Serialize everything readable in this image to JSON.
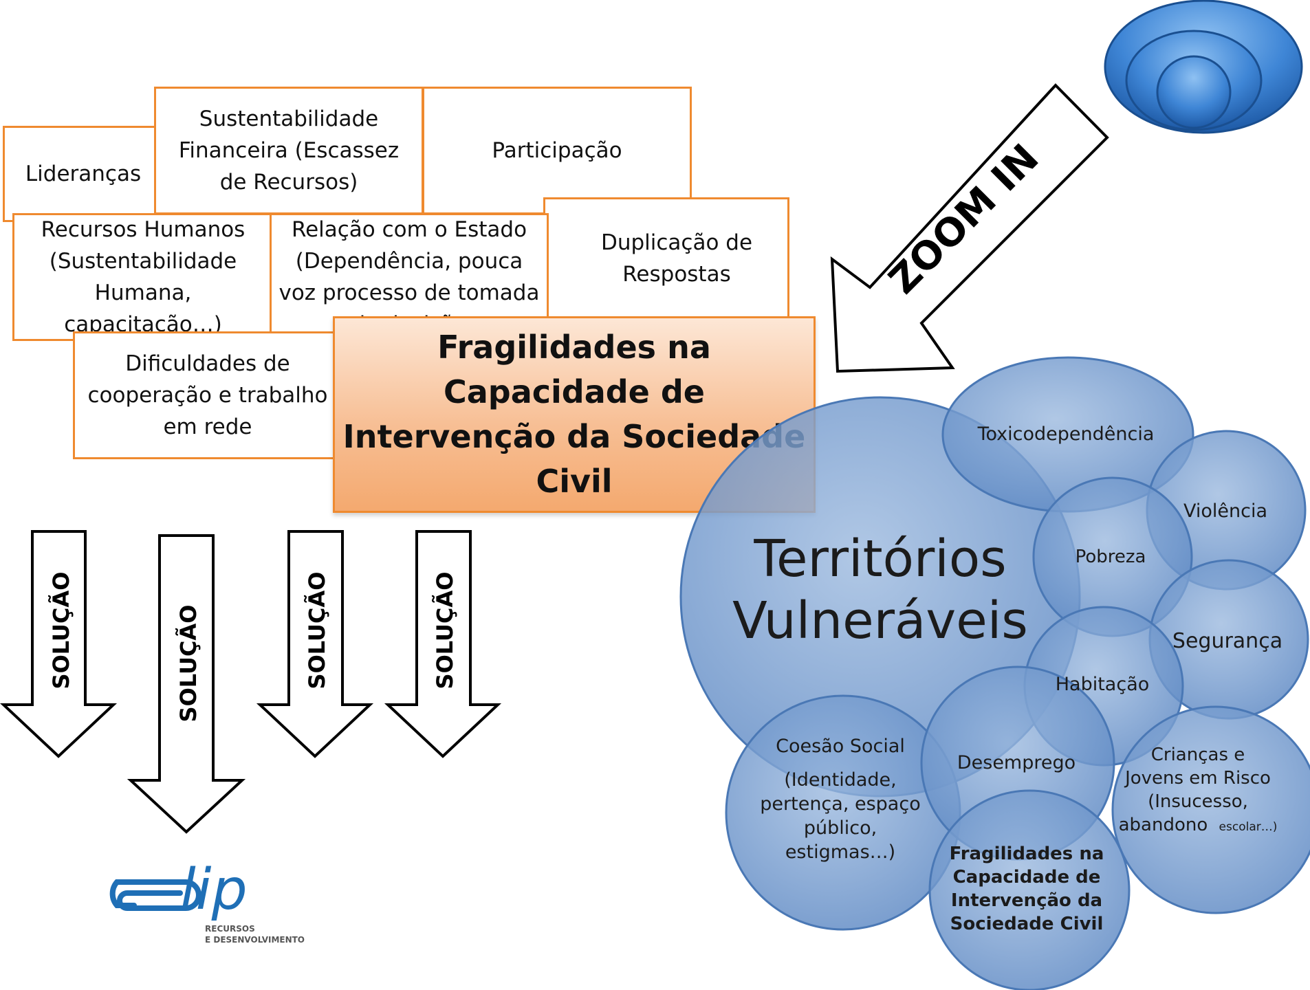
{
  "challenges": {
    "liderancas": "Lideranças",
    "sustentabilidade_financeira": "Sustentabilidade Financeira (Escassez de Recursos)",
    "participacao": "Participação",
    "recursos_humanos": "Recursos Humanos (Sustentabilidade Humana, capacitação…)",
    "relacao_estado": "Relação com o Estado (Dependência, pouca voz processo de tomada de decisão",
    "duplicacao": "Duplicação de Respostas",
    "dificuldades_cooperacao": "Dificuldades de cooperação e trabalho em rede",
    "main_title": "Fragilidades na Capacidade de Intervenção da Sociedade Civil"
  },
  "zoom_label": "ZOOM IN",
  "solution_label": "SOLUÇÃO",
  "territories": {
    "title_line1": "Territórios",
    "title_line2": "Vulneráveis",
    "toxicodependencia": "Toxicodependência",
    "violencia": "Violência",
    "pobreza": "Pobreza",
    "seguranca": "Segurança",
    "habitacao": "Habitação",
    "coesao_social_title": "Coesão Social",
    "coesao_social_l1": "(Identidade,",
    "coesao_social_l2": "pertença, espaço",
    "coesao_social_l3": "público,",
    "coesao_social_l4": "estigmas…)",
    "desemprego": "Desemprego",
    "criancas_l1": "Crianças e",
    "criancas_l2": "Jovens em Risco",
    "criancas_l3": "(Insucesso,",
    "criancas_l4a": "abandono",
    "criancas_l4b": "escolar…)",
    "fragilidades_l1": "Fragilidades na",
    "fragilidades_l2": "Capacidade de",
    "fragilidades_l3": "Intervenção da",
    "fragilidades_l4": "Sociedade Civil"
  },
  "logo": {
    "brand": "lip",
    "line1": "RECURSOS",
    "line2": "E DESENVOLVIMENTO"
  },
  "colors": {
    "orange_border": "#ef8a2f",
    "circle_blue": "#5b8cc9",
    "logo_blue": "#1f6fb6"
  }
}
